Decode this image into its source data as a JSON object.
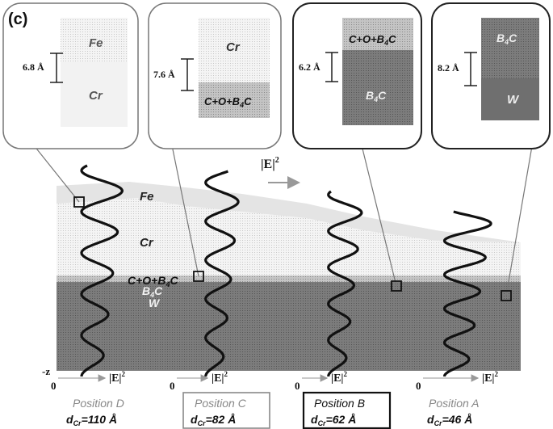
{
  "panel_label": "(c)",
  "top_flow_label": "|E|",
  "top_flow_sup": "2",
  "ends": {
    "z_label": "-z",
    "origin": "0",
    "axis_label": "|E|",
    "axis_sup": "2"
  },
  "layer_labels": {
    "fe": "Fe",
    "cr": "Cr",
    "cob4c": "C+O+B",
    "cob4c_sub": "4",
    "cob4c_tail": "C",
    "b4c": "B",
    "b4c_sub": "4",
    "b4c_tail": "C",
    "w": "W"
  },
  "insets": [
    {
      "gap": "6.8 Å",
      "top_label": "Fe",
      "bottom_label": "Cr"
    },
    {
      "gap": "7.6 Å",
      "top_label": "Cr",
      "bottom_label": "C+O+B",
      "bottom_sub": "4",
      "bottom_tail": "C"
    },
    {
      "gap": "6.2 Å",
      "top_label": "C+O+B",
      "top_sub": "4",
      "top_tail": "C",
      "bottom_label": "B",
      "bottom_sub": "4",
      "bottom_tail": "C"
    },
    {
      "gap": "8.2 Å",
      "top_label": "B",
      "top_sub": "4",
      "top_tail": "C",
      "bottom_label": "W"
    }
  ],
  "positions": [
    {
      "name": "Position D",
      "d_prefix": "d",
      "d_sub": "Cr",
      "d_value": "=110 Å"
    },
    {
      "name": "Position C",
      "d_prefix": "d",
      "d_sub": "Cr",
      "d_value": "=82 Å"
    },
    {
      "name": "Position B",
      "d_prefix": "d",
      "d_sub": "Cr",
      "d_value": "=62 Å"
    },
    {
      "name": "Position A",
      "d_prefix": "d",
      "d_sub": "Cr",
      "d_value": "=46 Å"
    }
  ]
}
